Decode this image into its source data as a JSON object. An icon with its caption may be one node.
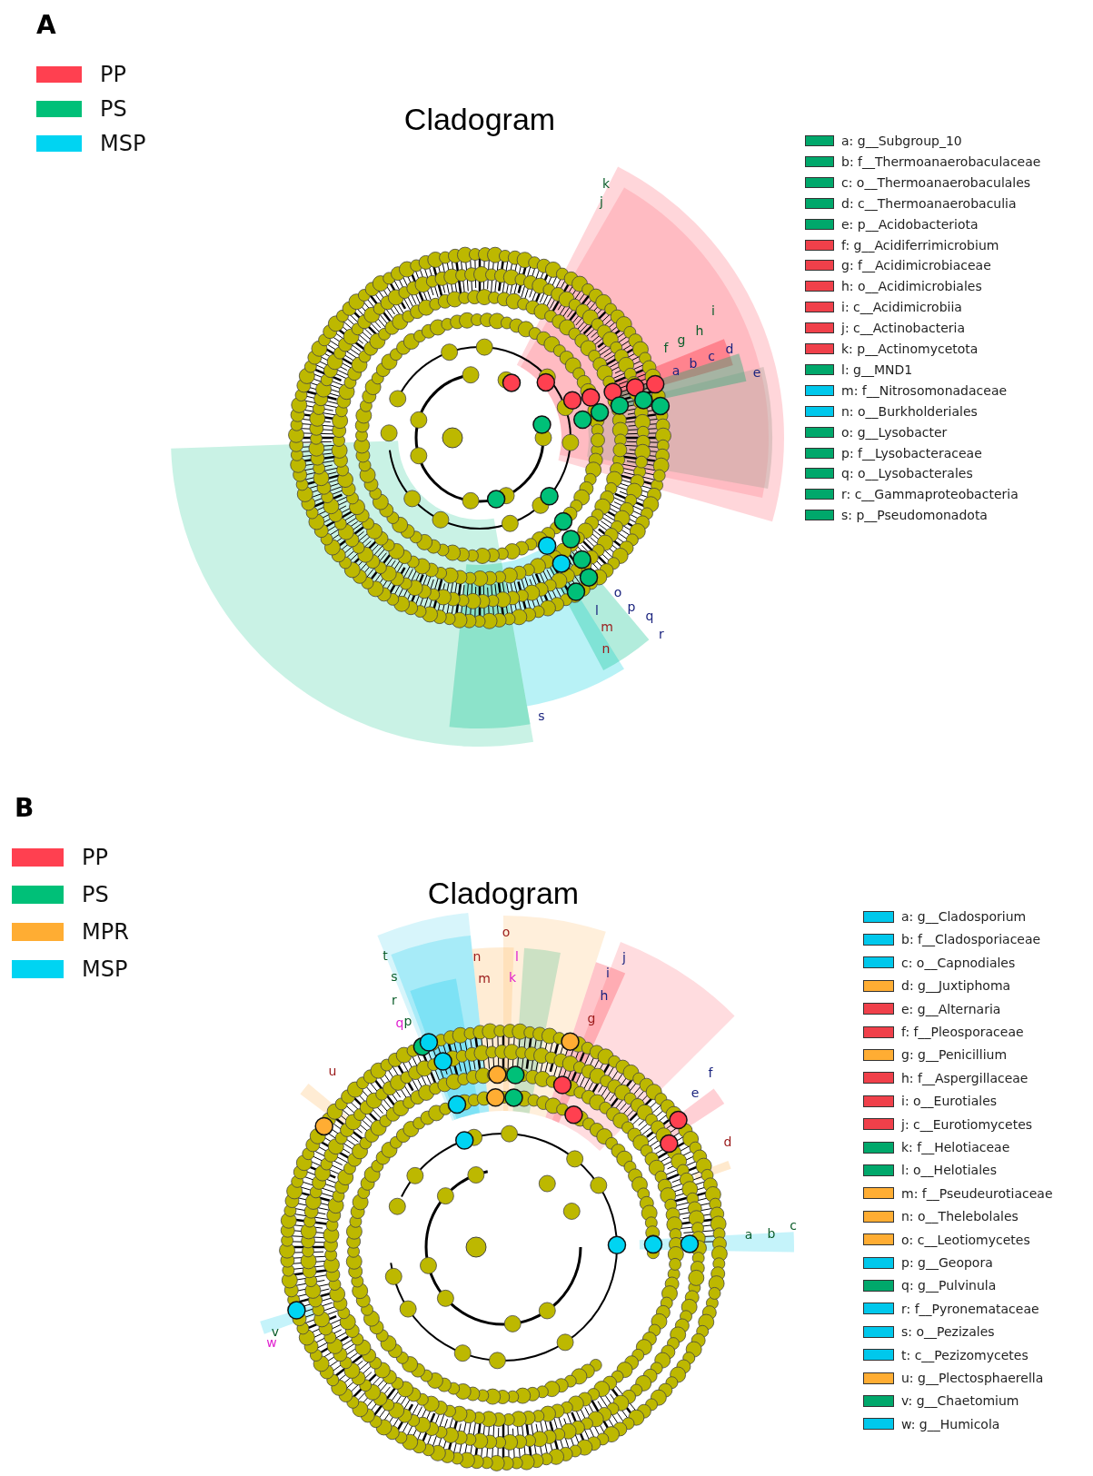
{
  "diagram": {
    "labels": [
      "A",
      "Cladogram",
      "k",
      "j",
      "i",
      "h",
      "d",
      "g",
      "c",
      "f",
      "b",
      "a",
      "e",
      "o",
      "l",
      "p",
      "q",
      "m",
      "r",
      "n",
      "s",
      "B",
      "Cladogram",
      "o",
      "t",
      "n",
      "l",
      "j",
      "s",
      "m",
      "k",
      "i",
      "r",
      "h",
      "q",
      "p",
      "g",
      "u",
      "f",
      "e",
      "d",
      "a",
      "b",
      "c",
      "v",
      "w"
    ],
    "legend": [
      {
        "text": "PP",
        "color": "#ff4050"
      },
      {
        "text": "PS",
        "color": "#00c078"
      },
      {
        "text": "MSP",
        "color": "#00d4f2"
      },
      {
        "text": "a: g__Subgroup_10",
        "color": "#00a86b"
      },
      {
        "text": "b: f__Thermoanaerobaculaceae",
        "color": "#00a86b"
      },
      {
        "text": "c: o__Thermoanaerobaculales",
        "color": "#00a86b"
      },
      {
        "text": "d: c__Thermoanaerobaculia",
        "color": "#00a86b"
      },
      {
        "text": "e: p__Acidobacteriota",
        "color": "#00a86b"
      },
      {
        "text": "f: g__Acidiferrimicrobium",
        "color": "#f0404a"
      },
      {
        "text": "g: f__Acidimicrobiaceae",
        "color": "#f0404a"
      },
      {
        "text": "h: o__Acidimicrobiales",
        "color": "#f0404a"
      },
      {
        "text": "i: c__Acidimicrobiia",
        "color": "#f0404a"
      },
      {
        "text": "j: c__Actinobacteria",
        "color": "#f0404a"
      },
      {
        "text": "k: p__Actinomycetota",
        "color": "#f0404a"
      },
      {
        "text": "l: g__MND1",
        "color": "#00a86b"
      },
      {
        "text": "m: f__Nitrosomonadaceae",
        "color": "#00c8ec"
      },
      {
        "text": "n: o__Burkholderiales",
        "color": "#00c8ec"
      },
      {
        "text": "o: g__Lysobacter",
        "color": "#00a86b"
      },
      {
        "text": "p: f__Lysobacteraceae",
        "color": "#00a86b"
      },
      {
        "text": "q: o__Lysobacterales",
        "color": "#00a86b"
      },
      {
        "text": "r: c__Gammaproteobacteria",
        "color": "#00a86b"
      },
      {
        "text": "s: p__Pseudomonadota",
        "color": "#00a86b"
      },
      {
        "text": "PP",
        "color": "#ff4050"
      },
      {
        "text": "PS",
        "color": "#00c078"
      },
      {
        "text": "MPR",
        "color": "#ffad33"
      },
      {
        "text": "MSP",
        "color": "#00d4f2"
      },
      {
        "text": "a: g__Cladosporium",
        "color": "#00c8ec"
      },
      {
        "text": "b: f__Cladosporiaceae",
        "color": "#00c8ec"
      },
      {
        "text": "c: o__Capnodiales",
        "color": "#00c8ec"
      },
      {
        "text": "d: g__Juxtiphoma",
        "color": "#ffad33"
      },
      {
        "text": "e: g__Alternaria",
        "color": "#f0404a"
      },
      {
        "text": "f: f__Pleosporaceae",
        "color": "#f0404a"
      },
      {
        "text": "g: g__Penicillium",
        "color": "#ffad33"
      },
      {
        "text": "h: f__Aspergillaceae",
        "color": "#f0404a"
      },
      {
        "text": "i: o__Eurotiales",
        "color": "#f0404a"
      },
      {
        "text": "j: c__Eurotiomycetes",
        "color": "#f0404a"
      },
      {
        "text": "k: f__Helotiaceae",
        "color": "#00a86b"
      },
      {
        "text": "l: o__Helotiales",
        "color": "#00a86b"
      },
      {
        "text": "m: f__Pseudeurotiaceae",
        "color": "#ffad33"
      },
      {
        "text": "n: o__Thelebolales",
        "color": "#ffad33"
      },
      {
        "text": "o: c__Leotiomycetes",
        "color": "#ffad33"
      },
      {
        "text": "p: g__Geopora",
        "color": "#00c8ec"
      },
      {
        "text": "q: g__Pulvinula",
        "color": "#00a86b"
      },
      {
        "text": "r: f__Pyronemataceae",
        "color": "#00c8ec"
      },
      {
        "text": "s: o__Pezizales",
        "color": "#00c8ec"
      },
      {
        "text": "t: c__Pezizomycetes",
        "color": "#00c8ec"
      },
      {
        "text": "u: g__Plectosphaerella",
        "color": "#ffad33"
      },
      {
        "text": "v: g__Chaetomium",
        "color": "#00a86b"
      },
      {
        "text": "w: g__Humicola",
        "color": "#00c8ec"
      }
    ]
  }
}
